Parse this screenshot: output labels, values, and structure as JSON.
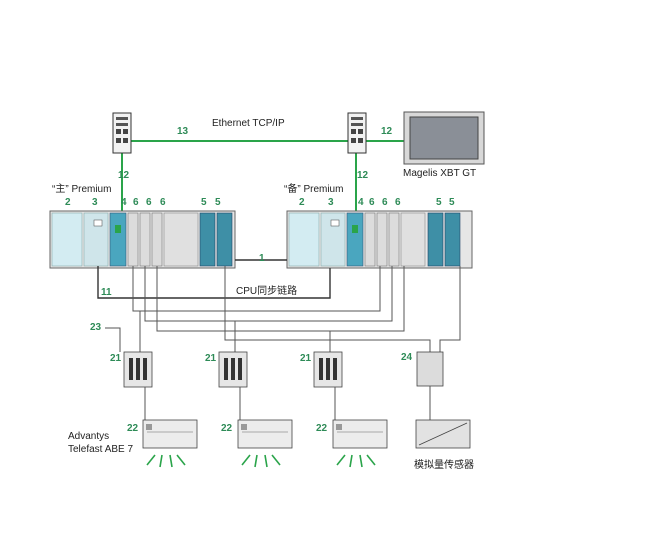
{
  "network": {
    "ethernet_label": "Ethernet TCP/IP",
    "link_number": "13"
  },
  "hmi": {
    "label": "Magelis XBT GT",
    "link_number": "12"
  },
  "plc_main": {
    "label": "“主” Premium",
    "cable_number": "12",
    "module_numbers": [
      "2",
      "3",
      "4",
      "6",
      "6",
      "6",
      "5",
      "5"
    ]
  },
  "plc_backup": {
    "label": "“备” Premium",
    "cable_number": "12",
    "module_numbers": [
      "2",
      "3",
      "4",
      "6",
      "6",
      "6",
      "5",
      "5"
    ]
  },
  "sync": {
    "number": "1",
    "label": "CPU同步链路"
  },
  "cable_11": "11",
  "cable_23": "23",
  "io_modules": [
    {
      "sub_number": "21",
      "terminal_number": "22"
    },
    {
      "sub_number": "21",
      "terminal_number": "22"
    },
    {
      "sub_number": "21",
      "terminal_number": "22"
    }
  ],
  "terminal_caption": [
    "Advantys",
    "Telefast ABE 7"
  ],
  "analog": {
    "number": "24",
    "label": "模拟量传感器"
  },
  "colors": {
    "green": "#2aa44a",
    "dark": "#333333",
    "teal": "#4aa6bf",
    "light_blue": "#cfe8ef"
  }
}
